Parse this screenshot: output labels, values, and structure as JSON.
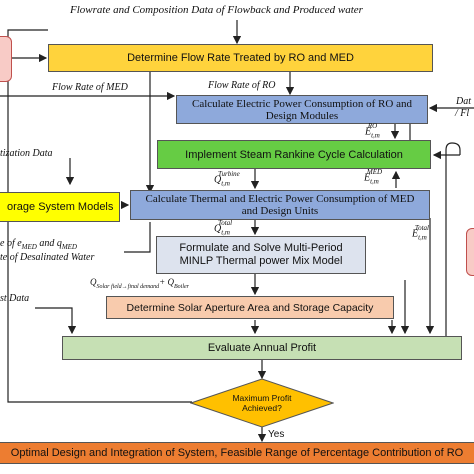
{
  "top_input": "Flowrate and Composition Data of Flowback and Produced water",
  "boxes": {
    "flow_rate": "Determine Flow Rate Treated by RO and MED",
    "ro_power": "Calculate Electric Power Consumption of RO and Design Modules",
    "rankine": "Implement Steam Rankine Cycle Calculation",
    "thermal_med": "Calculate Thermal and Electric Power Consumption of  MED and Design Units",
    "storage_models": "orage System Models",
    "minlp": "Formulate and Solve Multi-Period MINLP Thermal power Mix Model",
    "solar": "Determine Solar Aperture Area and Storage Capacity",
    "profit": "Evaluate Annual Profit",
    "decision": "Maximum Profit Achieved?",
    "final": "Optimal Design and Integration of System, Feasible Range of Percentage Contribution of RO"
  },
  "labels": {
    "flow_med": "Flow Rate of MED",
    "flow_ro": "Flow Rate of RO",
    "dat": "Dat",
    "f_cut": "/ Fl",
    "e_ro": "E",
    "e_ro_sub": "t,m",
    "e_ro_sup": "RO",
    "e_med": "E",
    "e_med_sub": "t,m",
    "e_med_sup": "MED",
    "e_total": "E",
    "e_total_sub": "t,m",
    "e_total_sup": "Total",
    "q_turbine": "Q",
    "q_turbine_sub": "t,m",
    "q_turbine_sup": "Turbine",
    "q_total": "Q",
    "q_total_sub": "t,m",
    "q_total_sup": "Total",
    "q_solar": "Q",
    "q_solar_sub": "Solar field→final demand",
    "q_plus": "+ Q",
    "q_boiler_sub": "Boiler",
    "tization": "tization Data",
    "e_med_q_med": "e of e",
    "e_med_q_med_sub1": "MED",
    "e_med_q_med_mid": " and q",
    "e_med_q_med_sub2": "MED",
    "desal": "te of Desalinated Water",
    "st_data": "st Data",
    "yes": "Yes"
  },
  "colors": {
    "yellow": "#FFD33C",
    "blue": "#8EA9DB",
    "green": "#66CC44",
    "light_green": "#C6E0B4",
    "peach": "#F8CBAD",
    "pink": "#F8CBC6",
    "gray_box": "#DDE3EE",
    "orange": "#ED7D31",
    "decision": "#FFC000"
  }
}
